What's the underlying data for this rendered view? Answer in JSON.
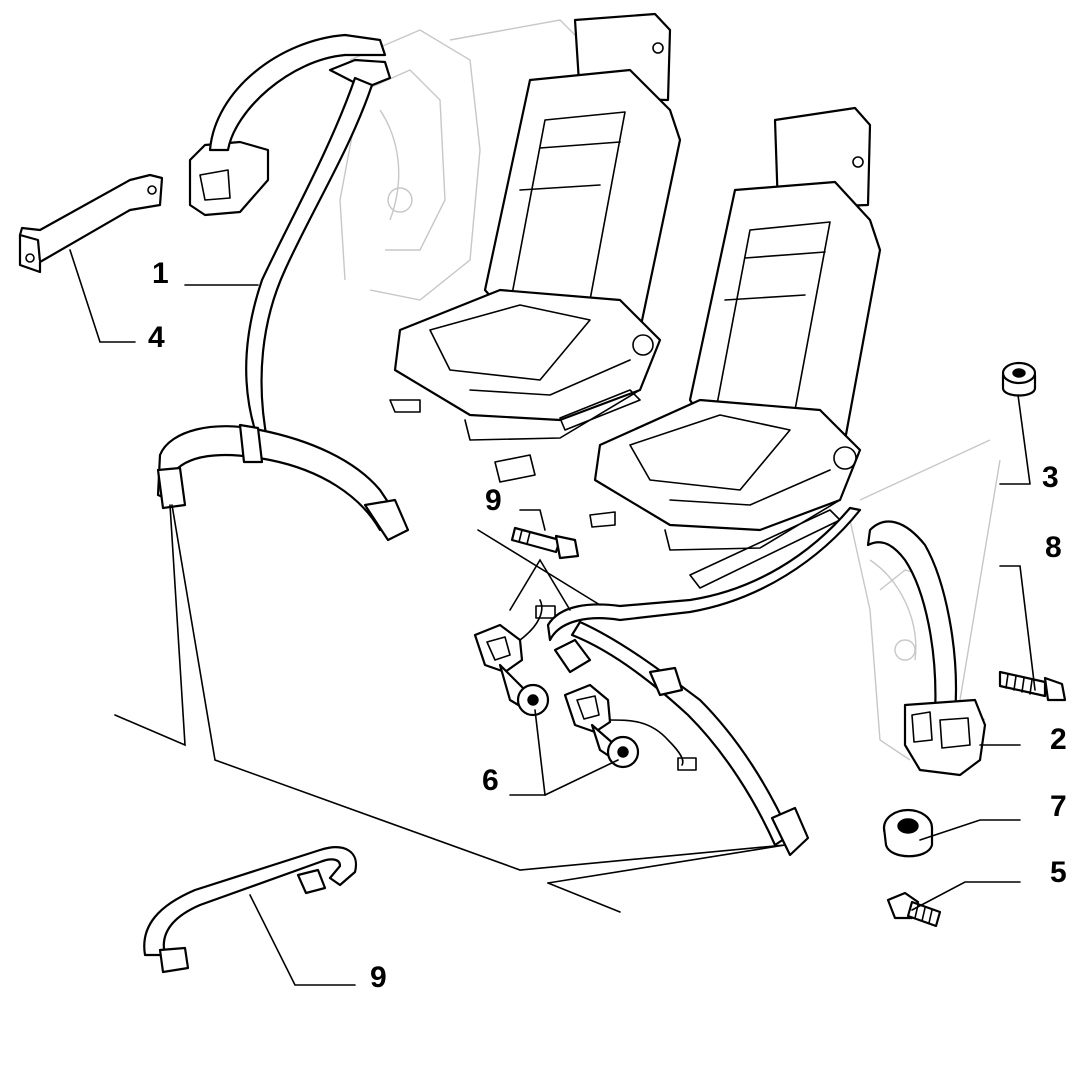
{
  "callouts": [
    {
      "id": "c1",
      "label": "1"
    },
    {
      "id": "c2",
      "label": "2"
    },
    {
      "id": "c3",
      "label": "3"
    },
    {
      "id": "c4",
      "label": "4"
    },
    {
      "id": "c5",
      "label": "5"
    },
    {
      "id": "c6",
      "label": "6"
    },
    {
      "id": "c7",
      "label": "7"
    },
    {
      "id": "c8",
      "label": "8"
    },
    {
      "id": "c9a",
      "label": "9"
    },
    {
      "id": "c9b",
      "label": "9"
    }
  ]
}
